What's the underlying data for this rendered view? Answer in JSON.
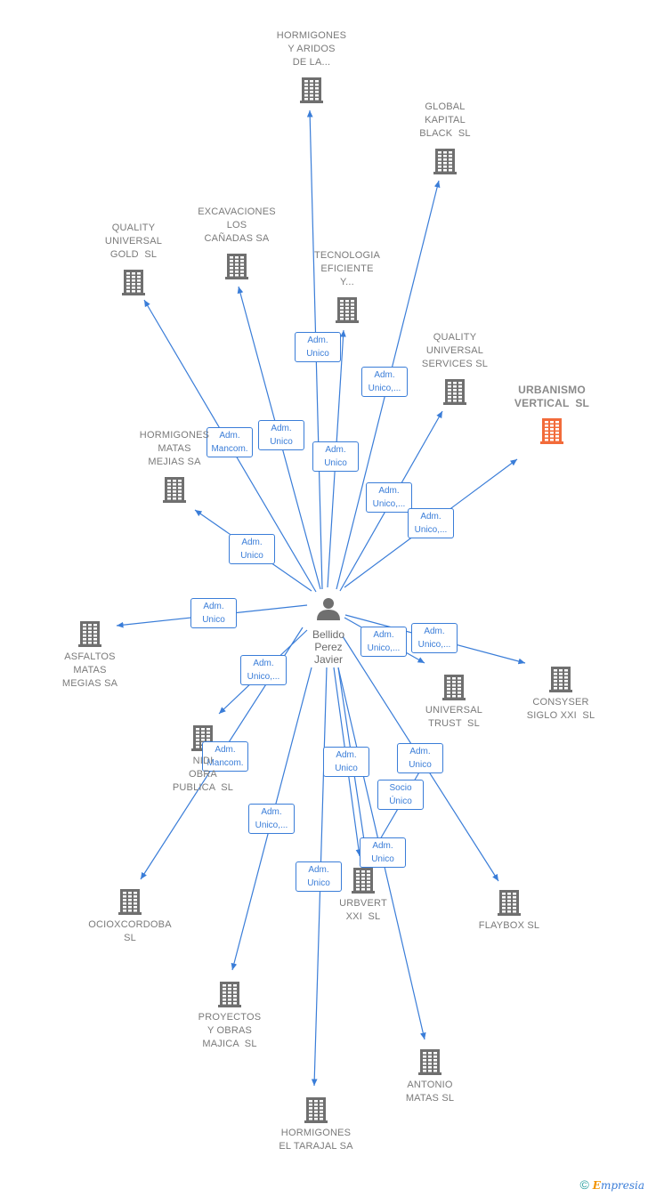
{
  "colors": {
    "edge": "#3a7dd8",
    "building": "#6f6f6f",
    "main_building": "#f26b3a",
    "text": "#7a7a7a"
  },
  "person": {
    "lines": [
      "Bellido",
      "Perez",
      "Javier"
    ],
    "icon": "person-icon"
  },
  "companies": [
    {
      "id": "hormigones-aridos",
      "lines": [
        "HORMIGONES",
        "Y ARIDOS",
        "DE LA..."
      ],
      "icon": "building-icon"
    },
    {
      "id": "global-kapital",
      "lines": [
        "GLOBAL",
        "KAPITAL",
        "BLACK  SL"
      ],
      "icon": "building-icon"
    },
    {
      "id": "quality-gold",
      "lines": [
        "QUALITY",
        "UNIVERSAL",
        "GOLD  SL"
      ],
      "icon": "building-icon"
    },
    {
      "id": "excavaciones",
      "lines": [
        "EXCAVACIONES",
        "LOS",
        "CAÑADAS SA"
      ],
      "icon": "building-icon"
    },
    {
      "id": "tecnologia",
      "lines": [
        "TECNOLOGIA",
        "EFICIENTE",
        "Y..."
      ],
      "icon": "building-icon"
    },
    {
      "id": "quality-services",
      "lines": [
        "QUALITY",
        "UNIVERSAL",
        "SERVICES SL"
      ],
      "icon": "building-icon"
    },
    {
      "id": "urbanismo",
      "lines": [
        "URBANISMO",
        "VERTICAL  SL"
      ],
      "icon": "building-icon",
      "main": true
    },
    {
      "id": "hormigones-matas",
      "lines": [
        "HORMIGONES",
        "MATAS",
        "MEJIAS SA"
      ],
      "icon": "building-icon"
    },
    {
      "id": "asfaltos",
      "lines": [
        "ASFALTOS",
        "MATAS",
        "MEGIAS SA"
      ],
      "icon": "building-icon"
    },
    {
      "id": "universal-trust",
      "lines": [
        "UNIVERSAL",
        "TRUST  SL"
      ],
      "icon": "building-icon"
    },
    {
      "id": "consyser",
      "lines": [
        "CONSYSER",
        "SIGLO XXI  SL"
      ],
      "icon": "building-icon"
    },
    {
      "id": "nidi",
      "lines": [
        "NIDI",
        "OBRA",
        "PUBLICA  SL"
      ],
      "icon": "building-icon"
    },
    {
      "id": "ocioxcordoba",
      "lines": [
        "OCIOXCORDOBA",
        "SL"
      ],
      "icon": "building-icon"
    },
    {
      "id": "urbvert",
      "lines": [
        "URBVERT",
        "XXI  SL"
      ],
      "icon": "building-icon"
    },
    {
      "id": "flaybox",
      "lines": [
        "FLAYBOX SL"
      ],
      "icon": "building-icon"
    },
    {
      "id": "proyectos",
      "lines": [
        "PROYECTOS",
        "Y OBRAS",
        "MAJICA  SL"
      ],
      "icon": "building-icon"
    },
    {
      "id": "antonio",
      "lines": [
        "ANTONIO",
        "MATAS SL"
      ],
      "icon": "building-icon"
    },
    {
      "id": "hormigones-tarajal",
      "lines": [
        "HORMIGONES",
        "EL TARAJAL SA"
      ],
      "icon": "building-icon"
    }
  ],
  "edges": [
    {
      "target": "hormigones-aridos",
      "label": [
        "Adm.",
        "Unico"
      ]
    },
    {
      "target": "global-kapital",
      "label": [
        "Adm.",
        "Unico,..."
      ]
    },
    {
      "target": "quality-gold",
      "label": [
        "Adm.",
        "Mancom."
      ]
    },
    {
      "target": "excavaciones",
      "label": [
        "Adm.",
        "Unico"
      ]
    },
    {
      "target": "tecnologia",
      "label": [
        "Adm.",
        "Unico"
      ]
    },
    {
      "target": "quality-services",
      "label": [
        "Adm.",
        "Unico,..."
      ]
    },
    {
      "target": "urbanismo",
      "label": [
        "Adm.",
        "Unico,..."
      ]
    },
    {
      "target": "hormigones-matas",
      "label": [
        "Adm.",
        "Unico"
      ]
    },
    {
      "target": "asfaltos",
      "label": [
        "Adm.",
        "Unico"
      ]
    },
    {
      "target": "universal-trust",
      "label": [
        "Adm.",
        "Unico,..."
      ]
    },
    {
      "target": "consyser",
      "label": [
        "Adm.",
        "Unico,..."
      ]
    },
    {
      "target": "nidi",
      "label": [
        "Adm.",
        "Unico,..."
      ]
    },
    {
      "target": "ocioxcordoba",
      "label": [
        "Adm.",
        "Mancom."
      ]
    },
    {
      "target": "urbvert",
      "label": [
        "Adm.",
        "Unico"
      ]
    },
    {
      "target": "flaybox",
      "label": [
        "Adm.",
        "Unico"
      ]
    },
    {
      "target": "urbvert",
      "label": [
        "Socio",
        "Único"
      ],
      "via": "flaybox"
    },
    {
      "target": "urbvert",
      "label": [
        "Adm.",
        "Unico"
      ],
      "secondary": true
    },
    {
      "target": "proyectos",
      "label": [
        "Adm.",
        "Unico,..."
      ]
    },
    {
      "target": "antonio",
      "label": [
        "Adm.",
        "Unico"
      ]
    },
    {
      "target": "hormigones-tarajal",
      "label": [
        "Adm.",
        "Unico"
      ]
    }
  ],
  "brand": {
    "symbol": "©",
    "first": "E",
    "rest": "mpresia"
  }
}
